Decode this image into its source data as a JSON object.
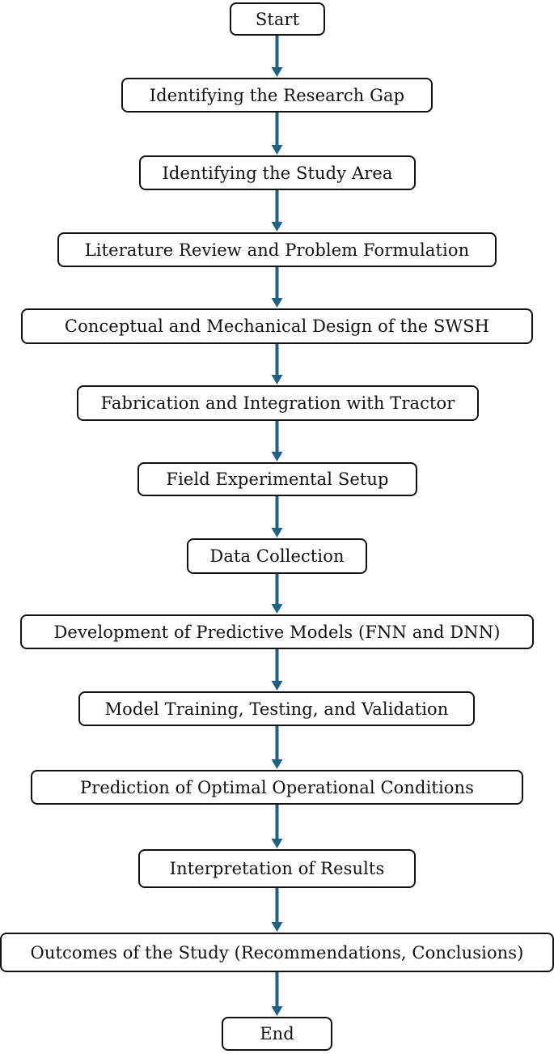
{
  "flowchart": {
    "arrow_color": "#1f6185",
    "steps": [
      "Start",
      "Identifying the Research Gap",
      "Identifying the Study Area",
      "Literature Review and Problem Formulation",
      "Conceptual and Mechanical Design of the SWSH",
      "Fabrication and Integration with Tractor",
      "Field Experimental Setup",
      "Data Collection",
      "Development of Predictive Models (FNN and DNN)",
      "Model Training, Testing, and Validation",
      "Prediction of Optimal Operational Conditions",
      "Interpretation of Results",
      "Outcomes of the Study (Recommendations, Conclusions)",
      "End"
    ]
  }
}
